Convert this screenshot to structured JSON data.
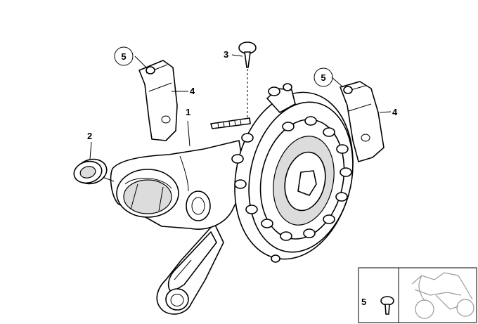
{
  "callouts": [
    {
      "label": "1"
    },
    {
      "label": "2"
    },
    {
      "label": "3"
    },
    {
      "label": "4"
    },
    {
      "label": "4"
    },
    {
      "label": "5"
    },
    {
      "label": "5"
    }
  ],
  "inset": {
    "label": "5",
    "thumbnail_icon": "motorcycle-icon"
  },
  "colors": {
    "line": "#000000",
    "background": "#ffffff",
    "thumbnail_line": "#9a9a9a"
  }
}
